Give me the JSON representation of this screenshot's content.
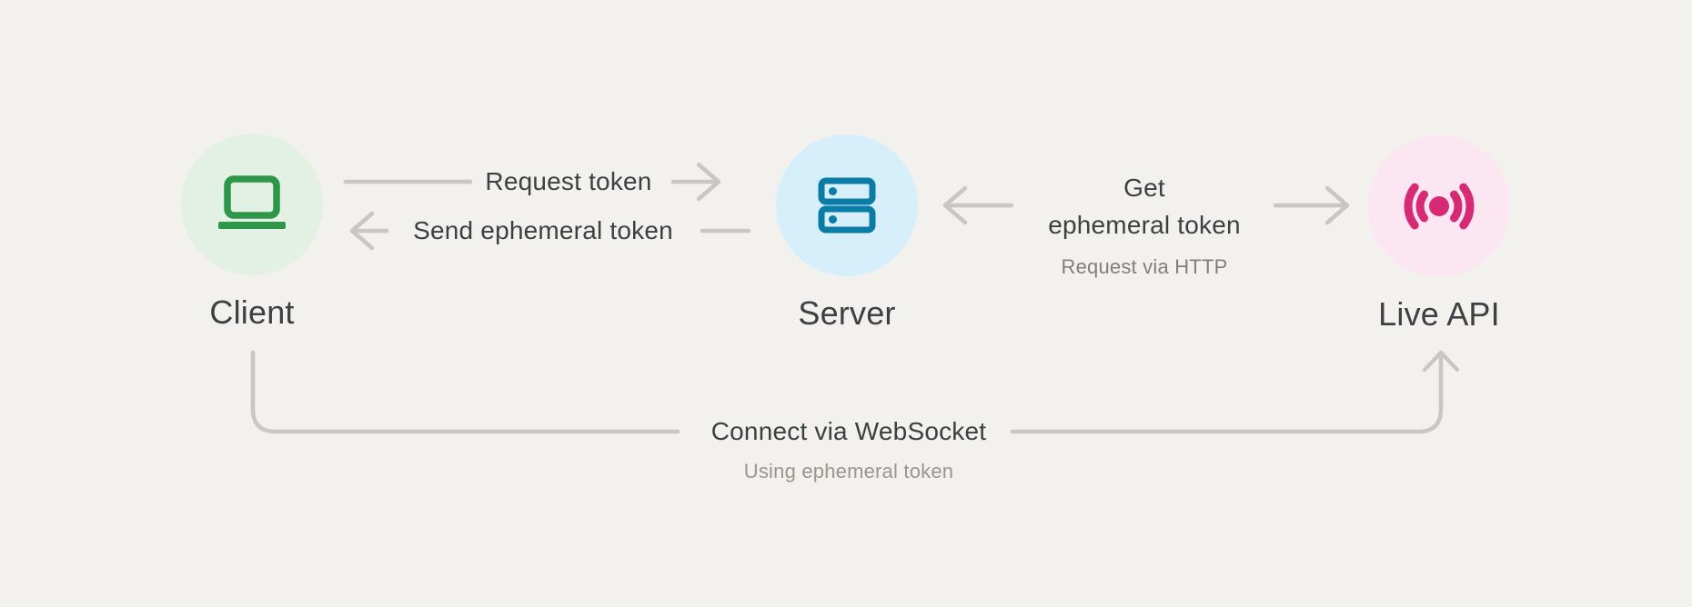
{
  "diagram": {
    "title": "Ephemeral token flow between Client, Server and Live API",
    "nodes": [
      {
        "id": "client",
        "label": "Client",
        "icon": "laptop-icon"
      },
      {
        "id": "server",
        "label": "Server",
        "icon": "server-icon"
      },
      {
        "id": "liveapi",
        "label": "Live API",
        "icon": "broadcast-icon"
      }
    ],
    "edges": {
      "request_token": {
        "label": "Request token"
      },
      "send_ephemeral_token": {
        "label": "Send ephemeral token"
      },
      "get_ephemeral_token": {
        "label_line1": "Get",
        "label_line2": "ephemeral token",
        "sublabel": "Request via HTTP"
      },
      "connect_websocket": {
        "label": "Connect via WebSocket",
        "sublabel": "Using ephemeral token"
      }
    },
    "colors": {
      "background": "#f2f1ee",
      "text_dark": "#3c4043",
      "text_gray": "#807f7a",
      "text_gray_light": "#98968f",
      "line_gray": "#c8c7c4",
      "client_icon": "#2e9648",
      "client_bg": "#e3f0e4",
      "server_icon": "#0a7ca5",
      "server_bg": "#d7eefb",
      "liveapi_icon": "#d62a75",
      "liveapi_bg": "#fce6f2"
    }
  }
}
